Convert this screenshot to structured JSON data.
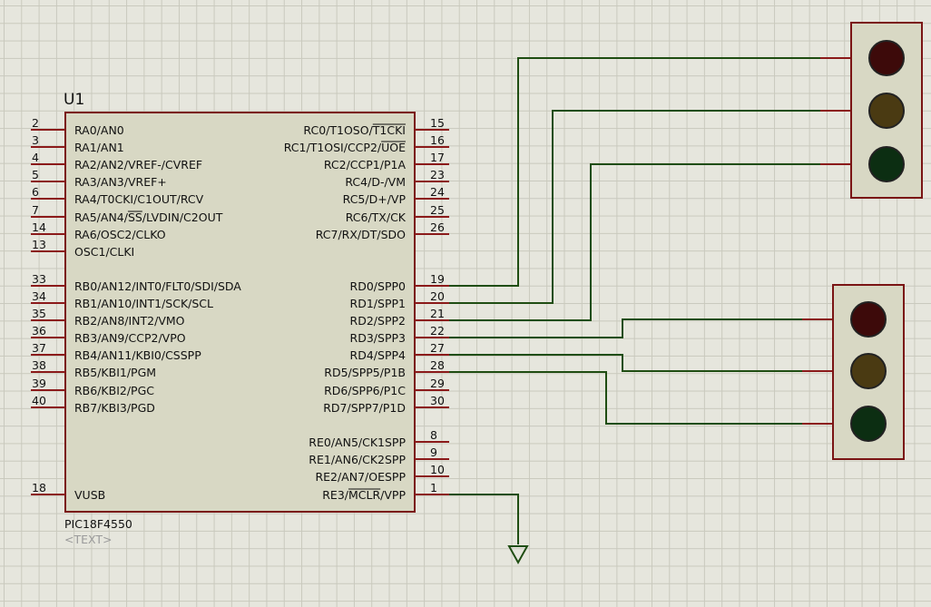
{
  "component": {
    "designator": "U1",
    "part": "PIC18F4550",
    "text_placeholder": "<TEXT>"
  },
  "left_pins": [
    {
      "num": "2",
      "name": "RA0/AN0"
    },
    {
      "num": "3",
      "name": "RA1/AN1"
    },
    {
      "num": "4",
      "name": "RA2/AN2/VREF-/CVREF"
    },
    {
      "num": "5",
      "name": "RA3/AN3/VREF+"
    },
    {
      "num": "6",
      "name": "RA4/T0CKI/C1OUT/RCV"
    },
    {
      "num": "7",
      "name": "RA5/AN4/SS/LVDIN/C2OUT"
    },
    {
      "num": "14",
      "name": "RA6/OSC2/CLKO"
    },
    {
      "num": "13",
      "name": "OSC1/CLKI"
    },
    {
      "num": "33",
      "name": "RB0/AN12/INT0/FLT0/SDI/SDA"
    },
    {
      "num": "34",
      "name": "RB1/AN10/INT1/SCK/SCL"
    },
    {
      "num": "35",
      "name": "RB2/AN8/INT2/VMO"
    },
    {
      "num": "36",
      "name": "RB3/AN9/CCP2/VPO"
    },
    {
      "num": "37",
      "name": "RB4/AN11/KBI0/CSSPP"
    },
    {
      "num": "38",
      "name": "RB5/KBI1/PGM"
    },
    {
      "num": "39",
      "name": "RB6/KBI2/PGC"
    },
    {
      "num": "40",
      "name": "RB7/KBI3/PGD"
    },
    {
      "num": "18",
      "name": "VUSB"
    }
  ],
  "right_pins": [
    {
      "num": "15",
      "name": "RC0/T1OSO/T1CKI"
    },
    {
      "num": "16",
      "name": "RC1/T1OSI/CCP2/UOE"
    },
    {
      "num": "17",
      "name": "RC2/CCP1/P1A"
    },
    {
      "num": "23",
      "name": "RC4/D-/VM"
    },
    {
      "num": "24",
      "name": "RC5/D+/VP"
    },
    {
      "num": "25",
      "name": "RC6/TX/CK"
    },
    {
      "num": "26",
      "name": "RC7/RX/DT/SDO"
    },
    {
      "num": "19",
      "name": "RD0/SPP0"
    },
    {
      "num": "20",
      "name": "RD1/SPP1"
    },
    {
      "num": "21",
      "name": "RD2/SPP2"
    },
    {
      "num": "22",
      "name": "RD3/SPP3"
    },
    {
      "num": "27",
      "name": "RD4/SPP4"
    },
    {
      "num": "28",
      "name": "RD5/SPP5/P1B"
    },
    {
      "num": "29",
      "name": "RD6/SPP6/P1C"
    },
    {
      "num": "30",
      "name": "RD7/SPP7/P1D"
    },
    {
      "num": "8",
      "name": "RE0/AN5/CK1SPP"
    },
    {
      "num": "9",
      "name": "RE1/AN6/CK2SPP"
    },
    {
      "num": "10",
      "name": "RE2/AN7/OESPP"
    },
    {
      "num": "1",
      "name": "RE3/MCLR/VPP"
    }
  ],
  "traffic_lights": [
    {
      "lamps": [
        {
          "color": "#3d0a0a"
        },
        {
          "color": "#4a3a12"
        },
        {
          "color": "#0c2e12"
        }
      ]
    },
    {
      "lamps": [
        {
          "color": "#3d0a0a"
        },
        {
          "color": "#4a3a12"
        },
        {
          "color": "#0c2e12"
        }
      ]
    }
  ],
  "colors": {
    "pin": "#8b1a1a",
    "wire": "#1f4d12",
    "chip_fill": "#d8d8c4",
    "chip_border": "#7a1414",
    "background": "#e6e6dd"
  }
}
